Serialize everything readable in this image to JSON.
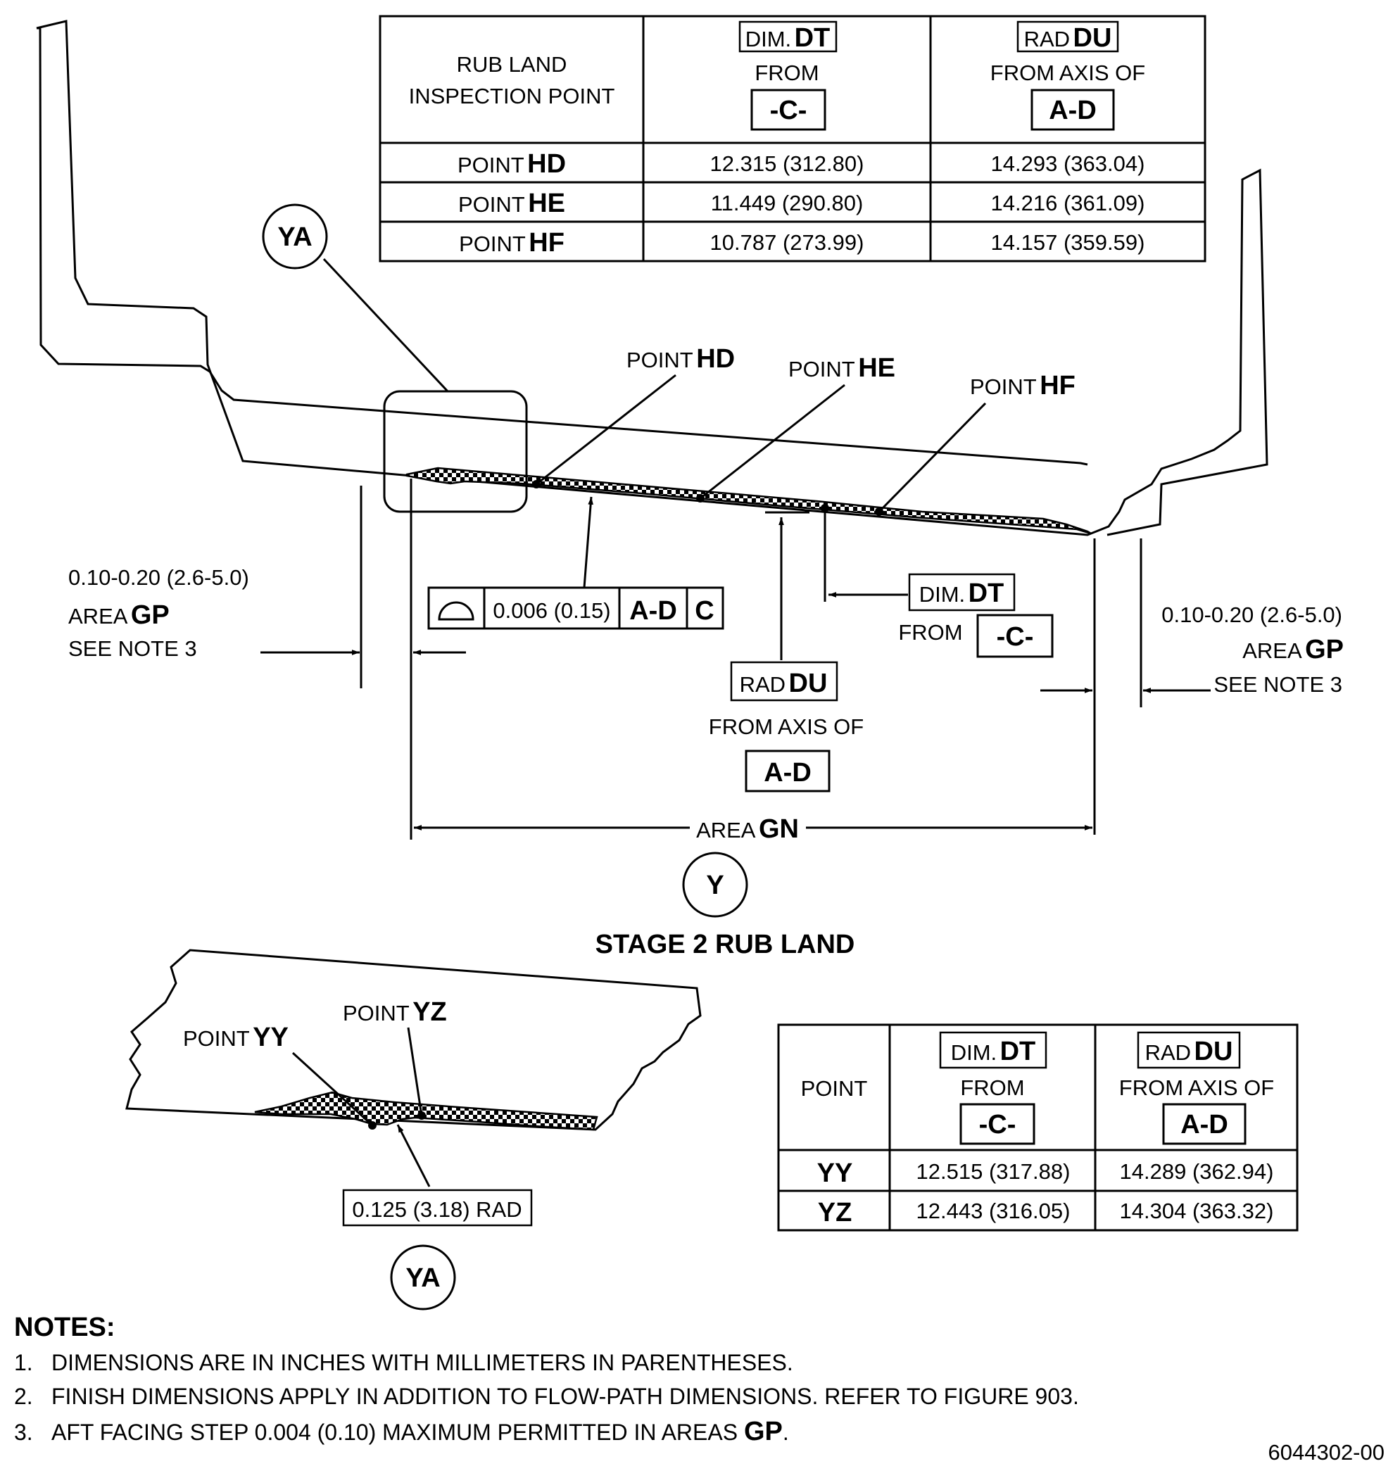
{
  "table_main": {
    "hdr_point": [
      "RUB LAND",
      "INSPECTION POINT"
    ],
    "hdr_dt": {
      "prefix": "DIM.",
      "code": "DT",
      "from": "FROM",
      "datum": "-C-"
    },
    "hdr_du": {
      "prefix": "RAD",
      "code": "DU",
      "from": "FROM AXIS OF",
      "datum": "A-D"
    },
    "rows": [
      {
        "prefix": "POINT",
        "code": "HD",
        "dt": "12.315 (312.80)",
        "du": "14.293 (363.04)"
      },
      {
        "prefix": "POINT",
        "code": "HE",
        "dt": "11.449 (290.80)",
        "du": "14.216 (361.09)"
      },
      {
        "prefix": "POINT",
        "code": "HF",
        "dt": "10.787 (273.99)",
        "du": "14.157 (359.59)"
      }
    ]
  },
  "table_detail": {
    "hdr_point": "POINT",
    "hdr_dt": {
      "prefix": "DIM.",
      "code": "DT",
      "from": "FROM",
      "datum": "-C-"
    },
    "hdr_du": {
      "prefix": "RAD",
      "code": "DU",
      "from": "FROM AXIS OF",
      "datum": "A-D"
    },
    "rows": [
      {
        "code": "YY",
        "dt": "12.515 (317.88)",
        "du": "14.289 (362.94)"
      },
      {
        "code": "YZ",
        "dt": "12.443 (316.05)",
        "du": "14.304 (363.32)"
      }
    ]
  },
  "view_main": {
    "detail_bubble": "YA",
    "point_labels": [
      {
        "prefix": "POINT",
        "code": "HD"
      },
      {
        "prefix": "POINT",
        "code": "HE"
      },
      {
        "prefix": "POINT",
        "code": "HF"
      }
    ],
    "profile_tolerance": {
      "value": "0.006 (0.15)",
      "datum1": "A-D",
      "datum2": "C"
    },
    "dt_callout": {
      "prefix": "DIM.",
      "code": "DT",
      "from": "FROM",
      "datum": "-C-"
    },
    "du_callout": {
      "prefix": "RAD",
      "code": "DU",
      "from": "FROM AXIS OF",
      "datum": "A-D"
    },
    "gp_left": {
      "range": "0.10-0.20 (2.6-5.0)",
      "area": "AREA",
      "code": "GP",
      "note": "SEE NOTE 3"
    },
    "gp_right": {
      "range": "0.10-0.20 (2.6-5.0)",
      "area": "AREA",
      "code": "GP",
      "note": "SEE NOTE 3"
    },
    "gn": {
      "area": "AREA",
      "code": "GN"
    },
    "view_bubble": "Y",
    "caption": "STAGE 2 RUB LAND"
  },
  "detail_view": {
    "point_labels": [
      {
        "prefix": "POINT",
        "code": "YY"
      },
      {
        "prefix": "POINT",
        "code": "YZ"
      }
    ],
    "rad_label": "0.125 (3.18) RAD",
    "bubble": "YA"
  },
  "notes": {
    "title": "NOTES:",
    "items": [
      {
        "num": "1.",
        "text": "DIMENSIONS ARE IN INCHES WITH MILLIMETERS IN PARENTHESES."
      },
      {
        "num": "2.",
        "text": "FINISH DIMENSIONS APPLY IN ADDITION TO FLOW-PATH DIMENSIONS. REFER TO FIGURE 903."
      },
      {
        "num": "3.",
        "text": "AFT FACING STEP 0.004 (0.10) MAXIMUM PERMITTED IN AREAS ",
        "code": "GP",
        "tail": "."
      }
    ]
  },
  "figure_id": "6044302-00"
}
